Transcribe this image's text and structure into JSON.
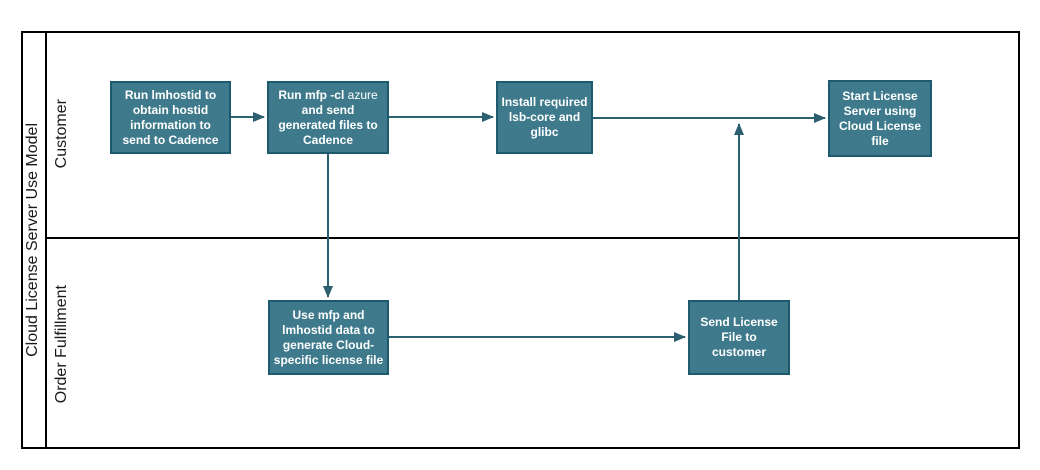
{
  "diagram": {
    "title": "Cloud License Server Use Model",
    "lanes": [
      {
        "label": "Customer"
      },
      {
        "label": "Order Fulfillment"
      }
    ],
    "boxes": [
      {
        "name": "run-lmhostid",
        "lane": "Customer",
        "text": "Run lmhostid to obtain hostid information to send to Cadence"
      },
      {
        "name": "run-mfp-azure",
        "lane": "Customer",
        "text_bold": "Run mfp -cl",
        "text_light": "azure",
        "text_rest": "and send generated files to Cadence"
      },
      {
        "name": "install-packages",
        "lane": "Customer",
        "text": "Install required lsb-core and glibc"
      },
      {
        "name": "start-license-server",
        "lane": "Customer",
        "text": "Start License Server using Cloud License file"
      },
      {
        "name": "generate-license-file",
        "lane": "Order Fulfillment",
        "text": "Use mfp and lmhostid data to generate Cloud-specific license file"
      },
      {
        "name": "send-license-file",
        "lane": "Order Fulfillment",
        "text": "Send License File to customer"
      }
    ],
    "colors": {
      "box_fill": "#3E7A8C",
      "box_border": "#1E5A6E",
      "connector": "#2C5F70",
      "frame": "#000000",
      "box_text": "#FFFFFF",
      "label_text": "#1A1A1A"
    }
  }
}
